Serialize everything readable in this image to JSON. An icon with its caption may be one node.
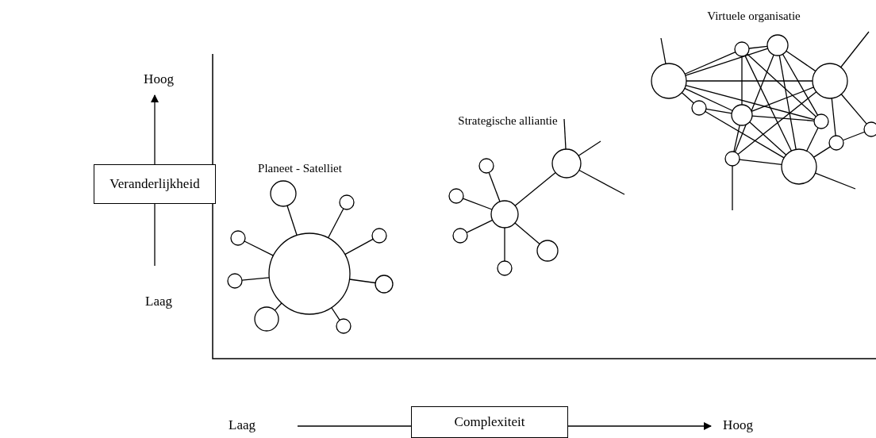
{
  "diagram": {
    "nodes": [
      {
        "text": [
          "Veranderlijkheid"
        ]
      },
      {
        "text": [
          "Complexiteit"
        ]
      }
    ],
    "labels": [
      "Virtuele organisatie",
      "Hoog",
      "Strategische alliantie",
      "Planeet - Satelliet",
      "Laag",
      "Laag",
      "Hoog"
    ]
  }
}
